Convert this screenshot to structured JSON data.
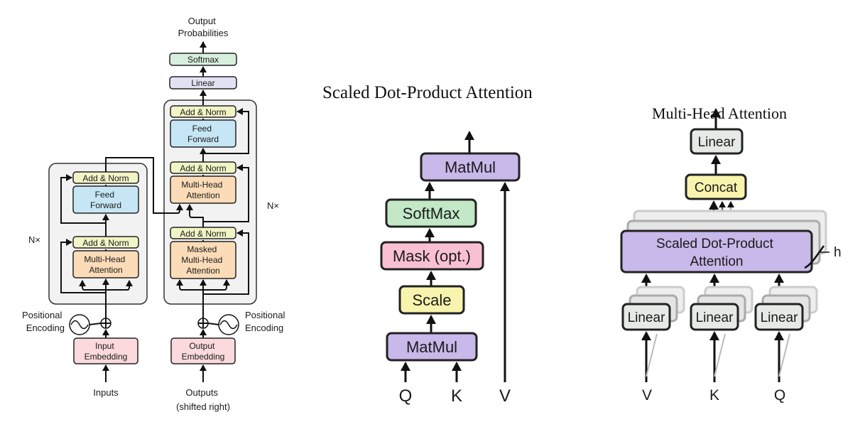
{
  "colors": {
    "add_norm": "#f2f4c6",
    "feed_forward": "#c6e6f5",
    "attention": "#fcdcb8",
    "embedding": "#fbd9dc",
    "linear_left": "#e2e1f4",
    "softmax_left": "#d7efdc",
    "matmul": "#c9b8ea",
    "softmax_mid": "#c2e8c7",
    "mask": "#f9c0d3",
    "scale": "#f8f4ad",
    "concat": "#f8f4ad",
    "linear_right": "#e6eae6",
    "container": "#f2f2f2"
  },
  "transformer": {
    "output_title": [
      "Output",
      "Probabilities"
    ],
    "softmax": "Softmax",
    "linear": "Linear",
    "encoder": {
      "add_norm_top": "Add & Norm",
      "feed_forward": [
        "Feed",
        "Forward"
      ],
      "add_norm_bottom": "Add & Norm",
      "attention": [
        "Multi-Head",
        "Attention"
      ],
      "nx": "N×"
    },
    "decoder": {
      "add_norm_top": "Add & Norm",
      "feed_forward": [
        "Feed",
        "Forward"
      ],
      "add_norm_mid": "Add & Norm",
      "cross_attention": [
        "Multi-Head",
        "Attention"
      ],
      "add_norm_bottom": "Add & Norm",
      "masked_attention": [
        "Masked",
        "Multi-Head",
        "Attention"
      ],
      "nx": "N×"
    },
    "positional_encoding_left": [
      "Positional",
      "Encoding"
    ],
    "positional_encoding_right": [
      "Positional",
      "Encoding"
    ],
    "input_embedding": [
      "Input",
      "Embedding"
    ],
    "output_embedding": [
      "Output",
      "Embedding"
    ],
    "inputs": "Inputs",
    "outputs": [
      "Outputs",
      "(shifted right)"
    ]
  },
  "scaled_attention": {
    "title": "Scaled Dot-Product Attention",
    "matmul_top": "MatMul",
    "softmax": "SoftMax",
    "mask": "Mask (opt.)",
    "scale": "Scale",
    "matmul_bottom": "MatMul",
    "q": "Q",
    "k": "K",
    "v": "V"
  },
  "multihead": {
    "title": "Multi-Head Attention",
    "linear_top": "Linear",
    "concat": "Concat",
    "sdpa": [
      "Scaled Dot-Product",
      "Attention"
    ],
    "h": "h",
    "linear_v": "Linear",
    "linear_k": "Linear",
    "linear_q": "Linear",
    "v": "V",
    "k": "K",
    "q": "Q"
  }
}
